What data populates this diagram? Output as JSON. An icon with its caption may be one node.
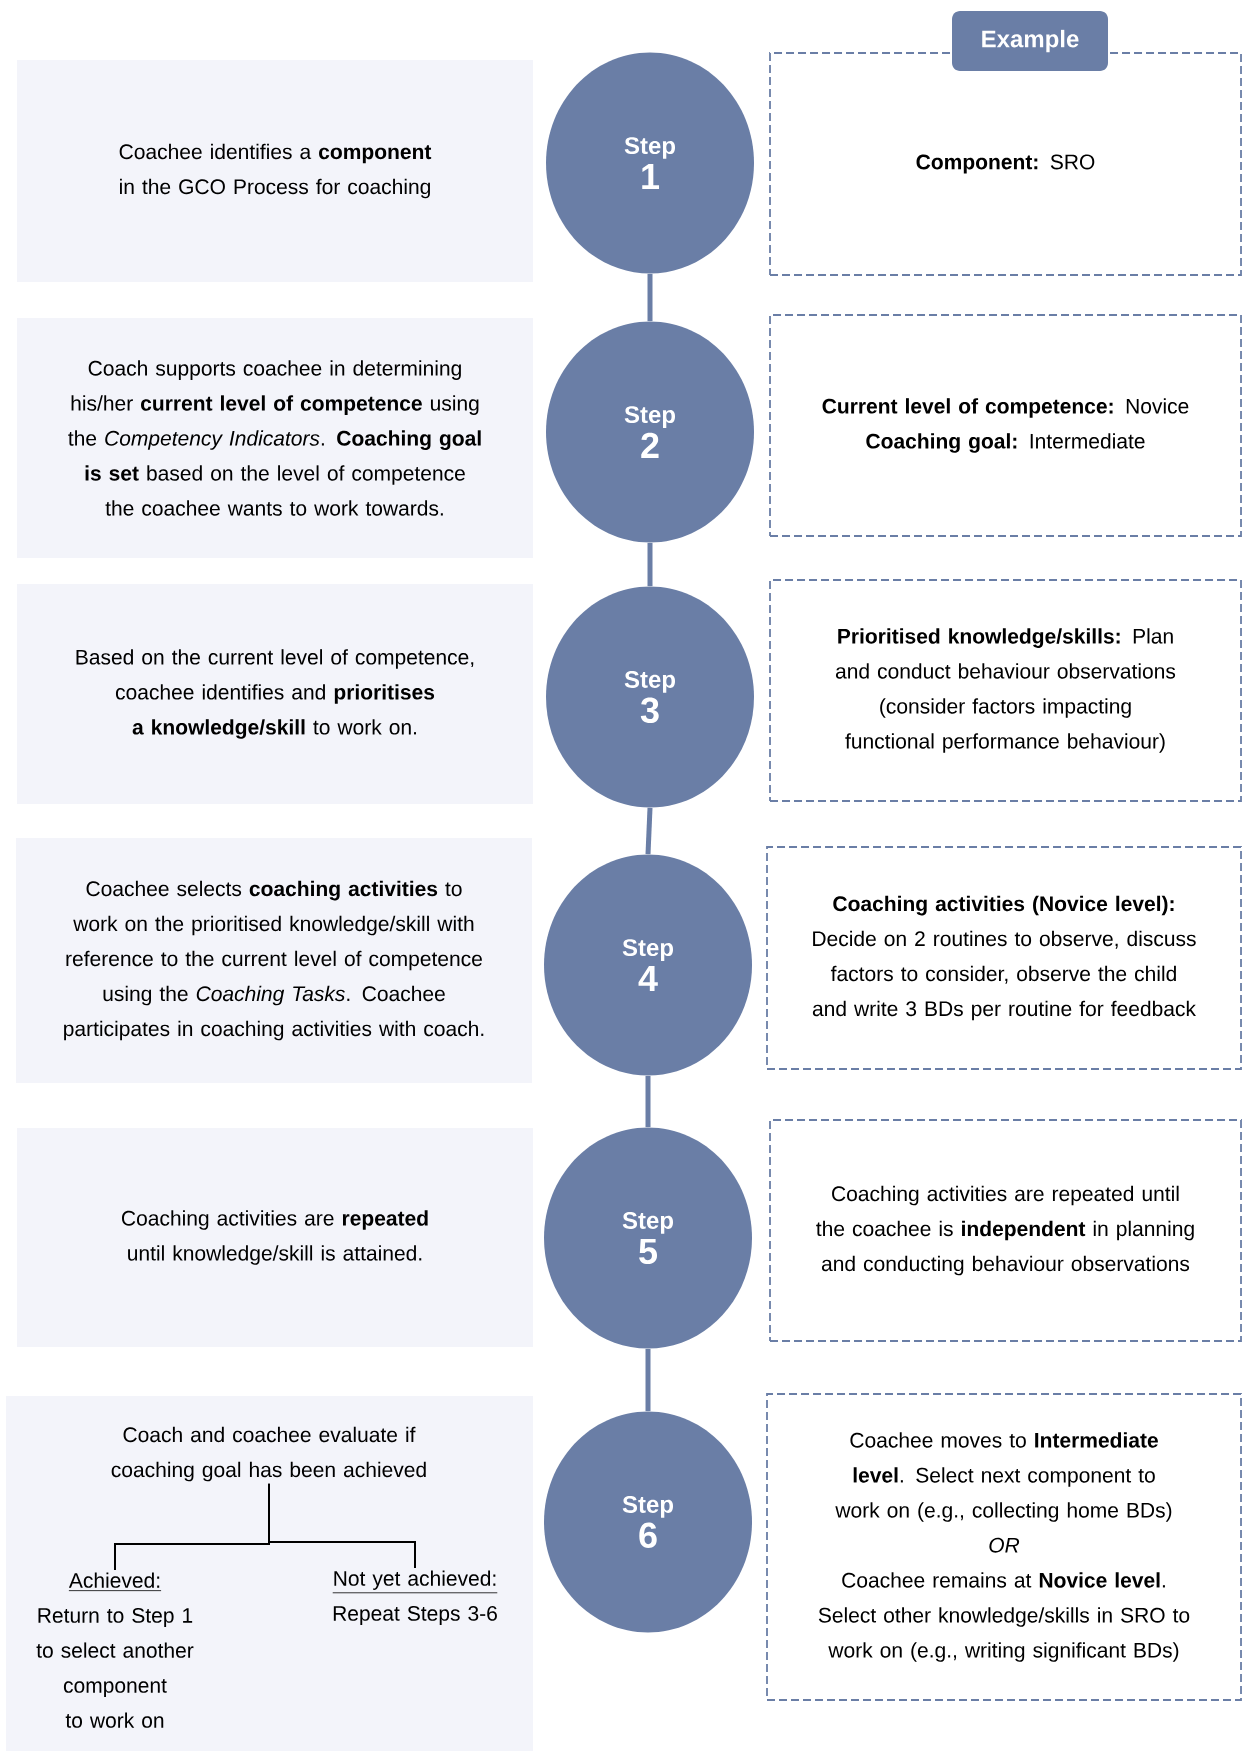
{
  "diagram": {
    "nodes": [
      {
        "text": [
          "Example"
        ]
      },
      {
        "text": [
          "Coachee identifies a **component** in the GCO Process for coaching"
        ]
      },
      {
        "text": [
          "Step",
          "1"
        ]
      },
      {
        "text": [
          "**Component:** SRO"
        ]
      },
      {
        "text": [
          "Coach supports coachee in determining his/her **current level of competence** using the *Competency Indicators*. **Coaching goal is set** based on the level of competence the coachee wants to work towards."
        ]
      },
      {
        "text": [
          "Step",
          "2"
        ]
      },
      {
        "text": [
          "**Current level of competence:** Novice",
          "**Coaching goal:** Intermediate"
        ]
      },
      {
        "text": [
          "Based on the current level of competence, coachee identifies and **prioritises a knowledge/skill** to work on."
        ]
      },
      {
        "text": [
          "Step",
          "3"
        ]
      },
      {
        "text": [
          "**Prioritised knowledge/skills:** Plan and conduct behaviour observations (consider factors impacting functional performance behaviour)"
        ]
      },
      {
        "text": [
          "Coachee selects **coaching activities** to work on the prioritised knowledge/skill with reference to the current level of competence using the *Coaching Tasks*. Coachee participates in coaching activities with coach."
        ]
      },
      {
        "text": [
          "Step",
          "4"
        ]
      },
      {
        "text": [
          "**Coaching activities (Novice level):** Decide on 2 routines to observe, discuss factors to consider, observe the child and write 3 BDs per routine for feedback"
        ]
      },
      {
        "text": [
          "Coaching activities are **repeated** until knowledge/skill is attained."
        ]
      },
      {
        "text": [
          "Step",
          "5"
        ]
      },
      {
        "text": [
          "Coaching activities are repeated until the coachee is **independent** in planning and conducting behaviour observations"
        ]
      },
      {
        "text": [],
        "shape": "box"
      },
      {
        "text": [
          "Coach and coachee evaluate if coaching goal has been achieved"
        ],
        "in": 16
      },
      {
        "text": [
          "Achieved:",
          "Return to Step 1 to select another component to work on"
        ],
        "in": 16
      },
      {
        "text": [
          "Not yet achieved:",
          "Repeat Steps 3-6"
        ],
        "in": 16
      },
      {
        "text": [
          "Step",
          "6"
        ]
      },
      {
        "text": [
          "Coachee moves to **Intermediate level**. Select next component to work on (e.g., collecting home BDs)",
          "OR",
          "Coachee remains at **Novice level**. Select other knowledge/skills in SRO to work on (e.g., writing significant BDs)"
        ]
      }
    ],
    "edges": [
      {
        "from": 2,
        "to": 5,
        "arrow": "none"
      },
      {
        "from": 5,
        "to": 8,
        "arrow": "none"
      },
      {
        "from": 8,
        "to": 11,
        "arrow": "none"
      },
      {
        "from": 11,
        "to": 14,
        "arrow": "none"
      },
      {
        "from": 14,
        "to": 20,
        "arrow": "none"
      },
      {
        "from": 17,
        "to": 18,
        "arrow": "none",
        "color": "#000000"
      },
      {
        "from": 17,
        "to": 19,
        "arrow": "none",
        "color": "#000000"
      }
    ]
  }
}
